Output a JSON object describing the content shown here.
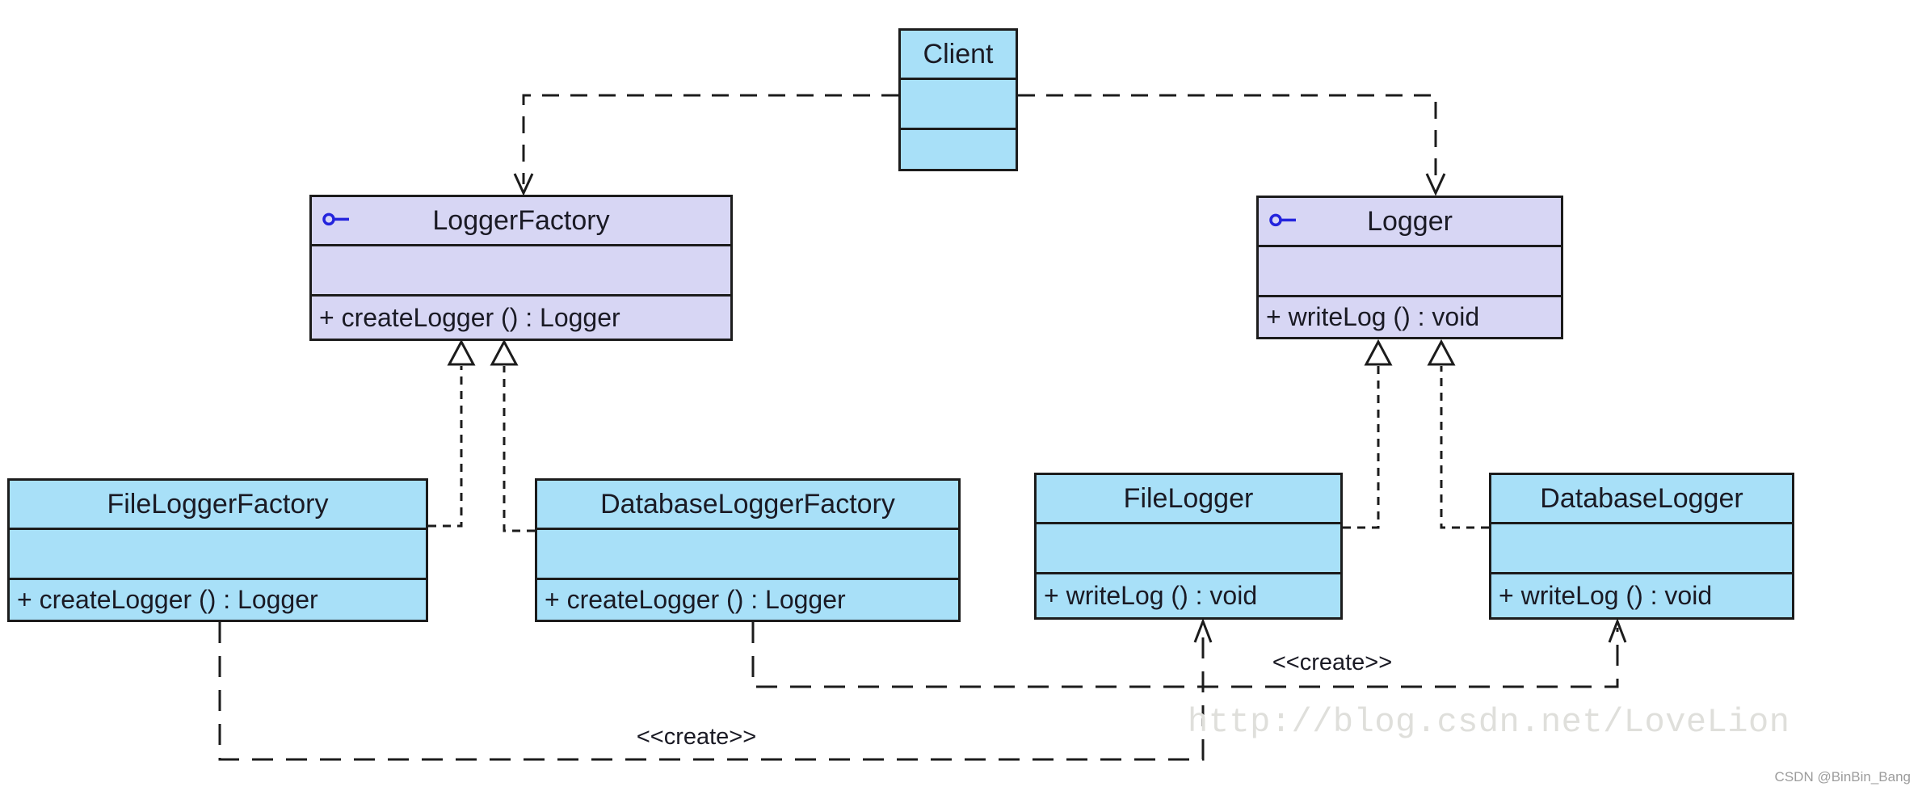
{
  "colors": {
    "class_fill": "#A8E0F8",
    "interface_fill": "#D7D6F4",
    "border": "#1c1c1c",
    "text": "#1a1a24",
    "line": "#1c1c1c",
    "interface_icon": "#2424dd",
    "watermark": "#dfdfdb",
    "credit": "#9c9c9c"
  },
  "classes": {
    "client": {
      "name": "Client"
    },
    "logger_factory": {
      "name": "LoggerFactory",
      "method": "+ createLogger () : Logger"
    },
    "logger": {
      "name": "Logger",
      "method": "+ writeLog () : void"
    },
    "file_logger_factory": {
      "name": "FileLoggerFactory",
      "method": "+ createLogger () : Logger"
    },
    "database_logger_factory": {
      "name": "DatabaseLoggerFactory",
      "method": "+ createLogger () : Logger"
    },
    "file_logger": {
      "name": "FileLogger",
      "method": "+ writeLog () : void"
    },
    "database_logger": {
      "name": "DatabaseLogger",
      "method": "+ writeLog () : void"
    }
  },
  "relationships": {
    "create_label_left": "<<create>>",
    "create_label_right": "<<create>>"
  },
  "watermark": {
    "url_text": "http://blog.csdn.net/LoveLion",
    "credit": "CSDN @BinBin_Bang"
  }
}
